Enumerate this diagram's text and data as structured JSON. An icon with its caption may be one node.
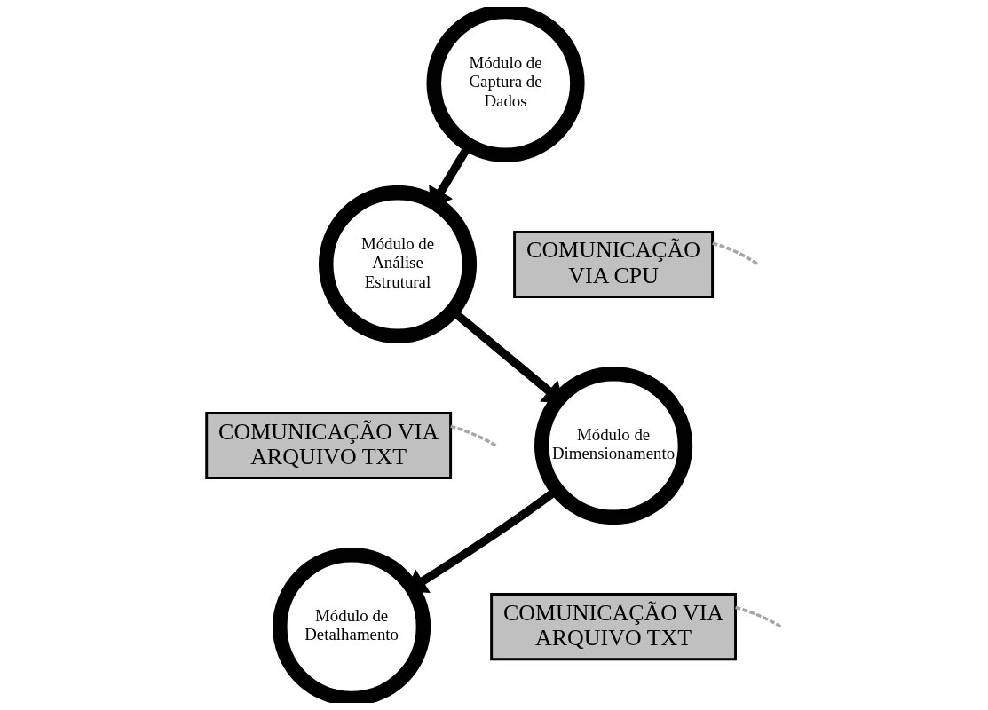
{
  "diagram": {
    "nodes": [
      {
        "text": [
          "Módulo de Captura de Dados"
        ]
      },
      {
        "text": [
          "Módulo de Análise Estrutural"
        ]
      },
      {
        "text": [
          "COMUNICAÇÃO VIA CPU"
        ]
      },
      {
        "text": [
          "COMUNICAÇÃO VIA ARQUIVO TXT"
        ]
      },
      {
        "text": [
          "Módulo de Dimensionamento"
        ]
      },
      {
        "text": [
          "COMUNICAÇÃO VIA ARQUIVO TXT"
        ]
      },
      {
        "text": [
          "Módulo de Detalhamento"
        ]
      }
    ],
    "edges": [
      {
        "from": 0,
        "to": 1,
        "arrow": "to",
        "style": "thick"
      },
      {
        "from": 1,
        "to": 4,
        "arrow": "to",
        "style": "thick"
      },
      {
        "from": 4,
        "to": 6,
        "arrow": "to",
        "style": "thick"
      },
      {
        "from": 2,
        "to": null,
        "arrow": "none",
        "style": "dashed",
        "color": "#a6a6a6"
      },
      {
        "from": 3,
        "to": null,
        "arrow": "none",
        "style": "dashed",
        "color": "#a6a6a6"
      },
      {
        "from": 5,
        "to": null,
        "arrow": "none",
        "style": "dashed",
        "color": "#a6a6a6"
      }
    ]
  }
}
